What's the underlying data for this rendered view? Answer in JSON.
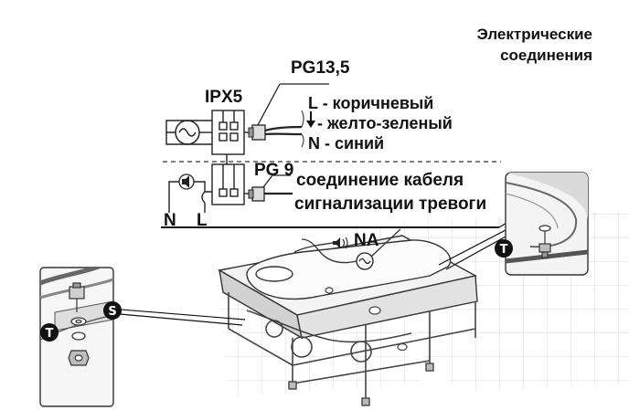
{
  "title": {
    "line1": "Электрические",
    "line2": "соединения"
  },
  "labels": {
    "ipx5": "IPX5",
    "pg135": "PG13,5",
    "pg9": "PG 9",
    "na": "NA",
    "n_terminal": "N",
    "l_terminal": "L"
  },
  "wires": [
    {
      "code": "L",
      "name": "- коричневый"
    },
    {
      "code": "",
      "name": "- желто-зеленый"
    },
    {
      "code": "N",
      "name": "- синий"
    }
  ],
  "alarm_cable": {
    "line1": "соединение кабеля",
    "line2": "сигнализации тревоги"
  },
  "badges": {
    "t_left": "T",
    "s": "S",
    "t_right": "T"
  },
  "icons": [
    "ac-source-icon",
    "speaker-icon",
    "ground-arrow-icon",
    "bolt-icon",
    "nut-icon",
    "washer-icon"
  ]
}
